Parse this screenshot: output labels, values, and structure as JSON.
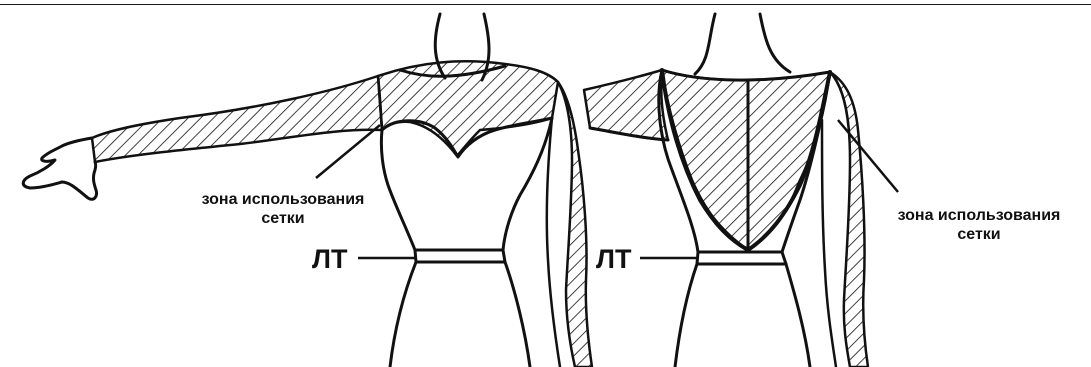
{
  "diagram": {
    "front_view": {
      "zone_label_line1": "зона использования",
      "zone_label_line2": "сетки",
      "waist_label": "ЛТ"
    },
    "back_view": {
      "zone_label_line1": "зона использования",
      "zone_label_line2": "сетки",
      "waist_label": "ЛТ"
    }
  },
  "colors": {
    "ink": "#111111",
    "background": "#ffffff"
  }
}
